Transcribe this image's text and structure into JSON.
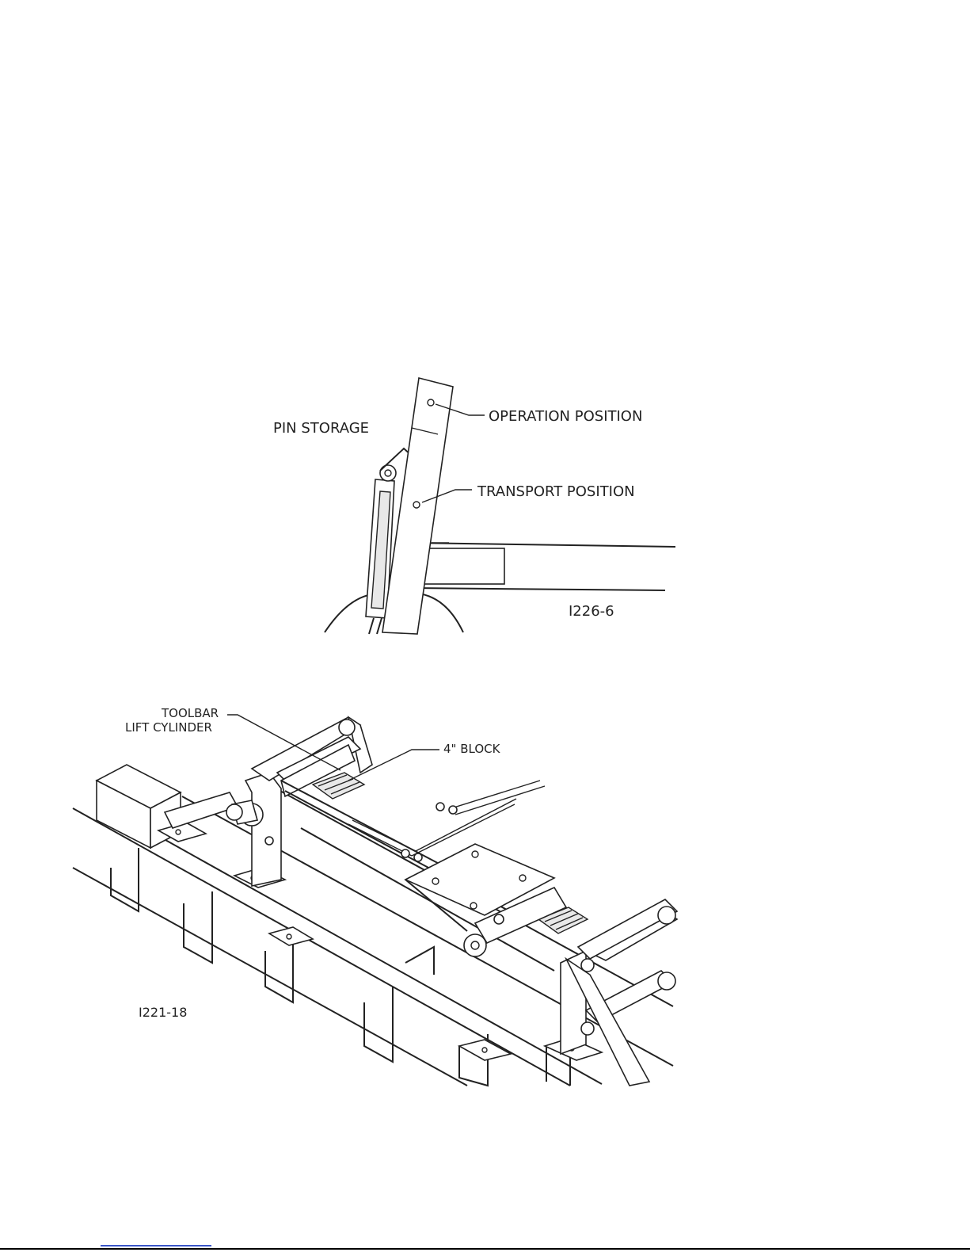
{
  "figure_top": {
    "labels": {
      "pin_storage": "PIN STORAGE",
      "operation_position": "OPERATION POSITION",
      "transport_position": "TRANSPORT POSITION",
      "figure_id": "I226-6"
    }
  },
  "figure_bottom": {
    "labels": {
      "toolbar_line1": "TOOLBAR",
      "toolbar_line2": "LIFT CYLINDER",
      "block": "4\" BLOCK",
      "figure_id": "I221-18"
    }
  }
}
